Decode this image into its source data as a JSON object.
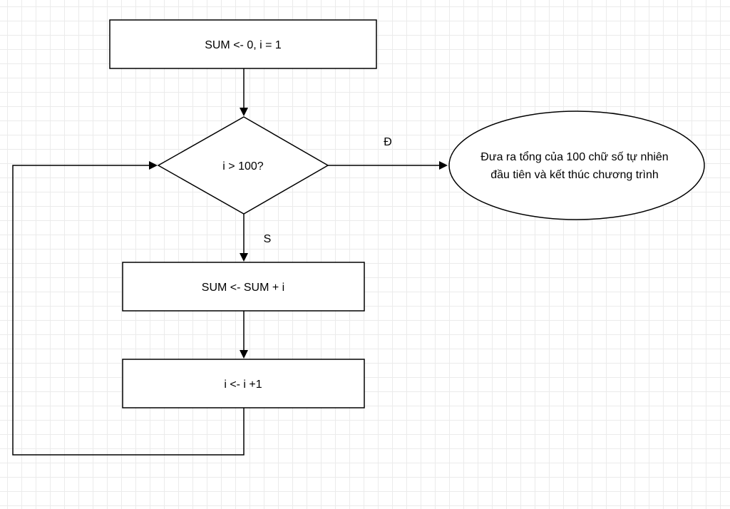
{
  "nodes": {
    "init": {
      "label": "SUM <- 0, i = 1"
    },
    "condition": {
      "label": "i > 100?"
    },
    "add": {
      "label": "SUM <- SUM + i"
    },
    "increment": {
      "label": "i <- i +1"
    },
    "output": {
      "lines": [
        "Đưa ra tổng của 100 chữ số tự nhiên",
        "đầu tiên và kết thúc chương trình"
      ]
    }
  },
  "edges": {
    "yes_label": "Đ",
    "no_label": "S"
  }
}
